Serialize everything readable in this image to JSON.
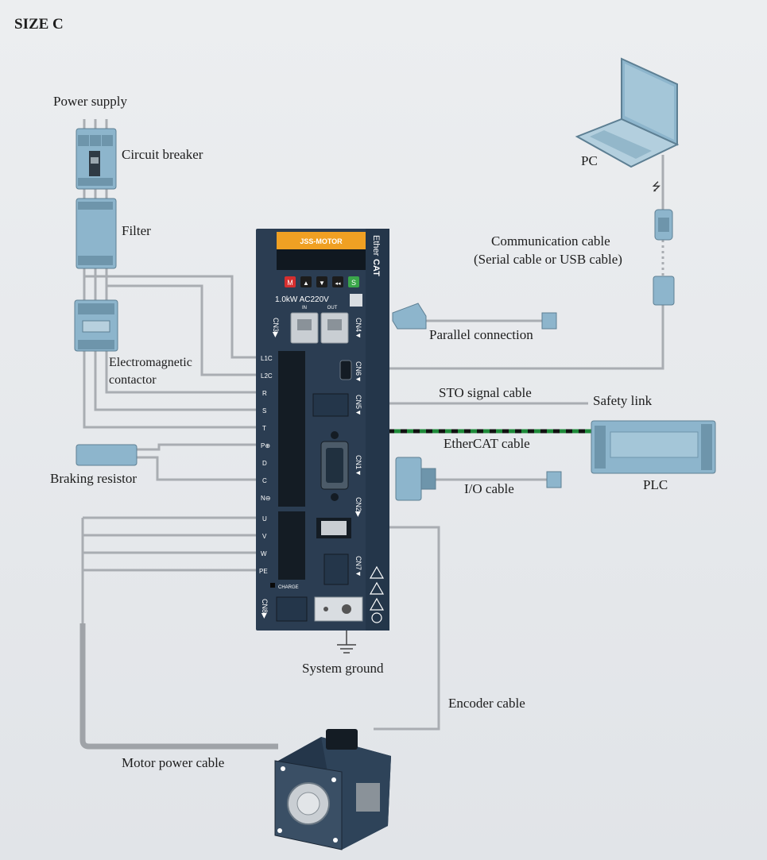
{
  "title": "SIZE C",
  "labels": {
    "power_supply": "Power supply",
    "circuit_breaker": "Circuit breaker",
    "filter": "Filter",
    "contactor_line1": "Electromagnetic",
    "contactor_line2": "contactor",
    "braking_resistor": "Braking resistor",
    "pc": "PC",
    "comm_line1": "Communication cable",
    "comm_line2": "(Serial cable or USB cable)",
    "parallel": "Parallel connection",
    "sto": "STO signal cable",
    "safety": "Safety link",
    "ethercat": "EtherCAT cable",
    "plc": "PLC",
    "io": "I/O cable",
    "ground": "System ground",
    "encoder": "Encoder cable",
    "motor": "Motor power cable"
  },
  "drive": {
    "brand": "JSS-MOTOR",
    "side_brand_1": "Ether",
    "side_brand_2": "CAT",
    "rating": "1.0kW AC220V",
    "port_in": "IN",
    "port_out": "OUT",
    "charge": "CHARGE",
    "keys": [
      "M",
      "▲",
      "▼",
      "◂◂",
      "S"
    ],
    "connectors": [
      "CN3▶",
      "CN4▼",
      "CN6▼",
      "CN5▼",
      "CN1▼",
      "CN2▶",
      "CN7▼",
      "CN8▶"
    ],
    "terminals_top": [
      "L1C",
      "L2C",
      "R",
      "S",
      "T",
      "P⊕",
      "D",
      "C",
      "N⊖"
    ],
    "terminals_bottom": [
      "U",
      "V",
      "W",
      "PE"
    ]
  },
  "colors": {
    "cable": "#a9adb2",
    "drive_body": "#2b3d52",
    "ethercat_green": "#1f8a3a",
    "device_blue": "#8db5cc"
  }
}
